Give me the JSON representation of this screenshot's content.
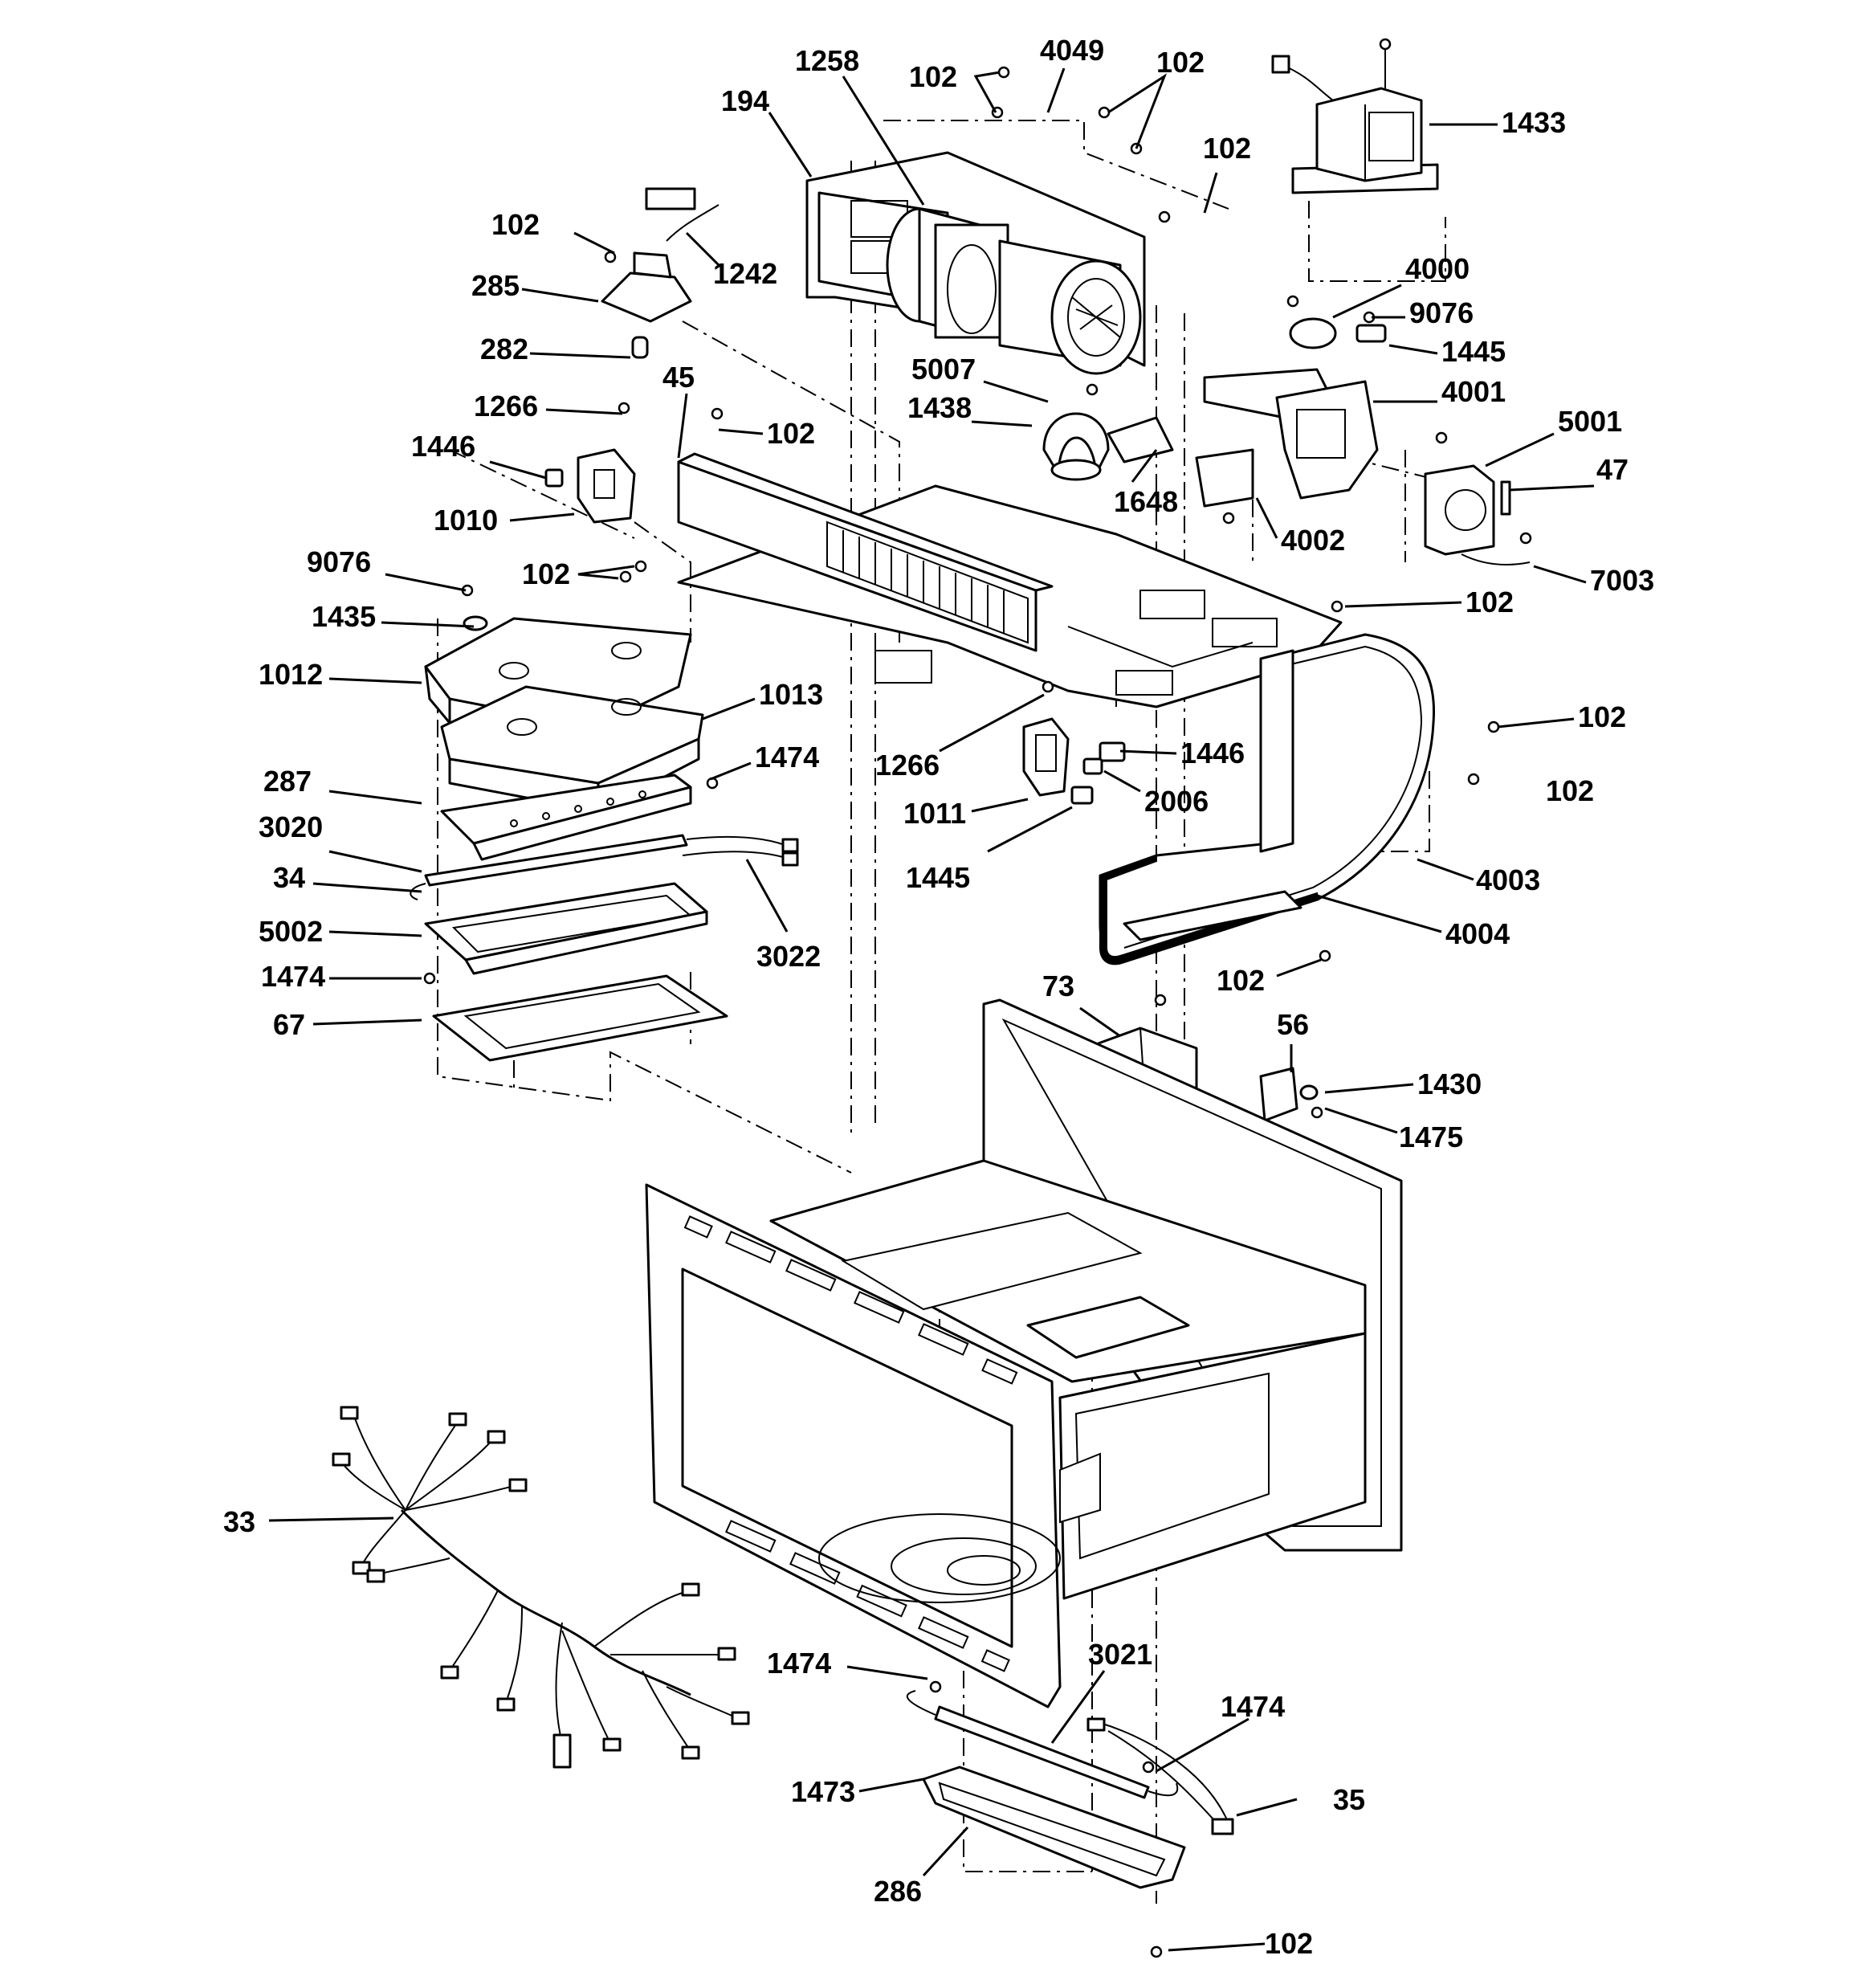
{
  "callouts": [
    {
      "id": "194",
      "text": "194"
    },
    {
      "id": "1258",
      "text": "1258"
    },
    {
      "id": "102a",
      "text": "102"
    },
    {
      "id": "4049",
      "text": "4049"
    },
    {
      "id": "102b",
      "text": "102"
    },
    {
      "id": "1433",
      "text": "1433"
    },
    {
      "id": "102c",
      "text": "102"
    },
    {
      "id": "102d",
      "text": "102"
    },
    {
      "id": "1242",
      "text": "1242"
    },
    {
      "id": "285",
      "text": "285"
    },
    {
      "id": "4000",
      "text": "4000"
    },
    {
      "id": "9076a",
      "text": "9076"
    },
    {
      "id": "1445a",
      "text": "1445"
    },
    {
      "id": "282",
      "text": "282"
    },
    {
      "id": "5007",
      "text": "5007"
    },
    {
      "id": "1266a",
      "text": "1266"
    },
    {
      "id": "45",
      "text": "45"
    },
    {
      "id": "102e",
      "text": "102"
    },
    {
      "id": "4001",
      "text": "4001"
    },
    {
      "id": "1438",
      "text": "1438"
    },
    {
      "id": "5001",
      "text": "5001"
    },
    {
      "id": "1446a",
      "text": "1446"
    },
    {
      "id": "47",
      "text": "47"
    },
    {
      "id": "1648",
      "text": "1648"
    },
    {
      "id": "1010",
      "text": "1010"
    },
    {
      "id": "4002",
      "text": "4002"
    },
    {
      "id": "9076b",
      "text": "9076"
    },
    {
      "id": "102f",
      "text": "102"
    },
    {
      "id": "7003",
      "text": "7003"
    },
    {
      "id": "102g",
      "text": "102"
    },
    {
      "id": "1435",
      "text": "1435"
    },
    {
      "id": "1012",
      "text": "1012"
    },
    {
      "id": "1013",
      "text": "1013"
    },
    {
      "id": "102h",
      "text": "102"
    },
    {
      "id": "1266b",
      "text": "1266"
    },
    {
      "id": "1446b",
      "text": "1446"
    },
    {
      "id": "287",
      "text": "287"
    },
    {
      "id": "1474a",
      "text": "1474"
    },
    {
      "id": "102i",
      "text": "102"
    },
    {
      "id": "2006",
      "text": "2006"
    },
    {
      "id": "1011",
      "text": "1011"
    },
    {
      "id": "3020",
      "text": "3020"
    },
    {
      "id": "34",
      "text": "34"
    },
    {
      "id": "1445b",
      "text": "1445"
    },
    {
      "id": "4003",
      "text": "4003"
    },
    {
      "id": "5002",
      "text": "5002"
    },
    {
      "id": "3022",
      "text": "3022"
    },
    {
      "id": "4004",
      "text": "4004"
    },
    {
      "id": "1474b",
      "text": "1474"
    },
    {
      "id": "102j",
      "text": "102"
    },
    {
      "id": "73",
      "text": "73"
    },
    {
      "id": "67",
      "text": "67"
    },
    {
      "id": "56",
      "text": "56"
    },
    {
      "id": "1430",
      "text": "1430"
    },
    {
      "id": "1475",
      "text": "1475"
    },
    {
      "id": "33",
      "text": "33"
    },
    {
      "id": "1474c",
      "text": "1474"
    },
    {
      "id": "3021",
      "text": "3021"
    },
    {
      "id": "1474d",
      "text": "1474"
    },
    {
      "id": "1473",
      "text": "1473"
    },
    {
      "id": "35",
      "text": "35"
    },
    {
      "id": "286",
      "text": "286"
    },
    {
      "id": "102k",
      "text": "102"
    }
  ]
}
